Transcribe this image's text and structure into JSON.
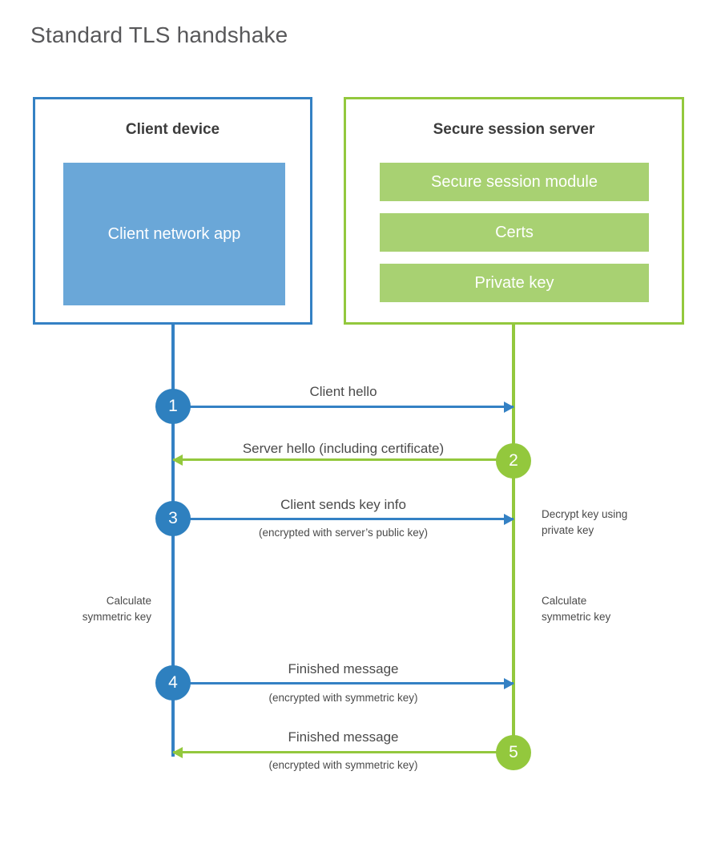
{
  "title": "Standard TLS handshake",
  "colors": {
    "client_blue": "#3481c4",
    "client_app_fill": "#6aa7d8",
    "step_blue": "#2e80bf",
    "server_green": "#93c83d",
    "server_bar_fill": "#a8d172",
    "text_gray": "#4a4a4a",
    "title_gray": "#58585a",
    "background": "#ffffff"
  },
  "panels": {
    "client": {
      "title": "Client device",
      "app_box_label": "Client network app"
    },
    "server": {
      "title": "Secure session server",
      "bars": [
        "Secure session module",
        "Certs",
        "Private key"
      ]
    }
  },
  "steps": [
    {
      "number": "1",
      "direction": "client-to-server",
      "label": "Client hello",
      "sublabel": ""
    },
    {
      "number": "2",
      "direction": "server-to-client",
      "label": "Server hello (including certificate)",
      "sublabel": ""
    },
    {
      "number": "3",
      "direction": "client-to-server",
      "label": "Client sends key info",
      "sublabel": "(encrypted with server’s public key)"
    },
    {
      "number": "4",
      "direction": "client-to-server",
      "label": "Finished message",
      "sublabel": "(encrypted with symmetric key)"
    },
    {
      "number": "5",
      "direction": "server-to-client",
      "label": "Finished message",
      "sublabel": "(encrypted with symmetric key)"
    }
  ],
  "notes": {
    "decrypt_key": "Decrypt key using private key",
    "decrypt_key_line1": "Decrypt key using",
    "decrypt_key_line2": "private key",
    "calculate_client_line1": "Calculate",
    "calculate_client_line2": "symmetric key",
    "calculate_server_line1": "Calculate",
    "calculate_server_line2": "symmetric key"
  }
}
